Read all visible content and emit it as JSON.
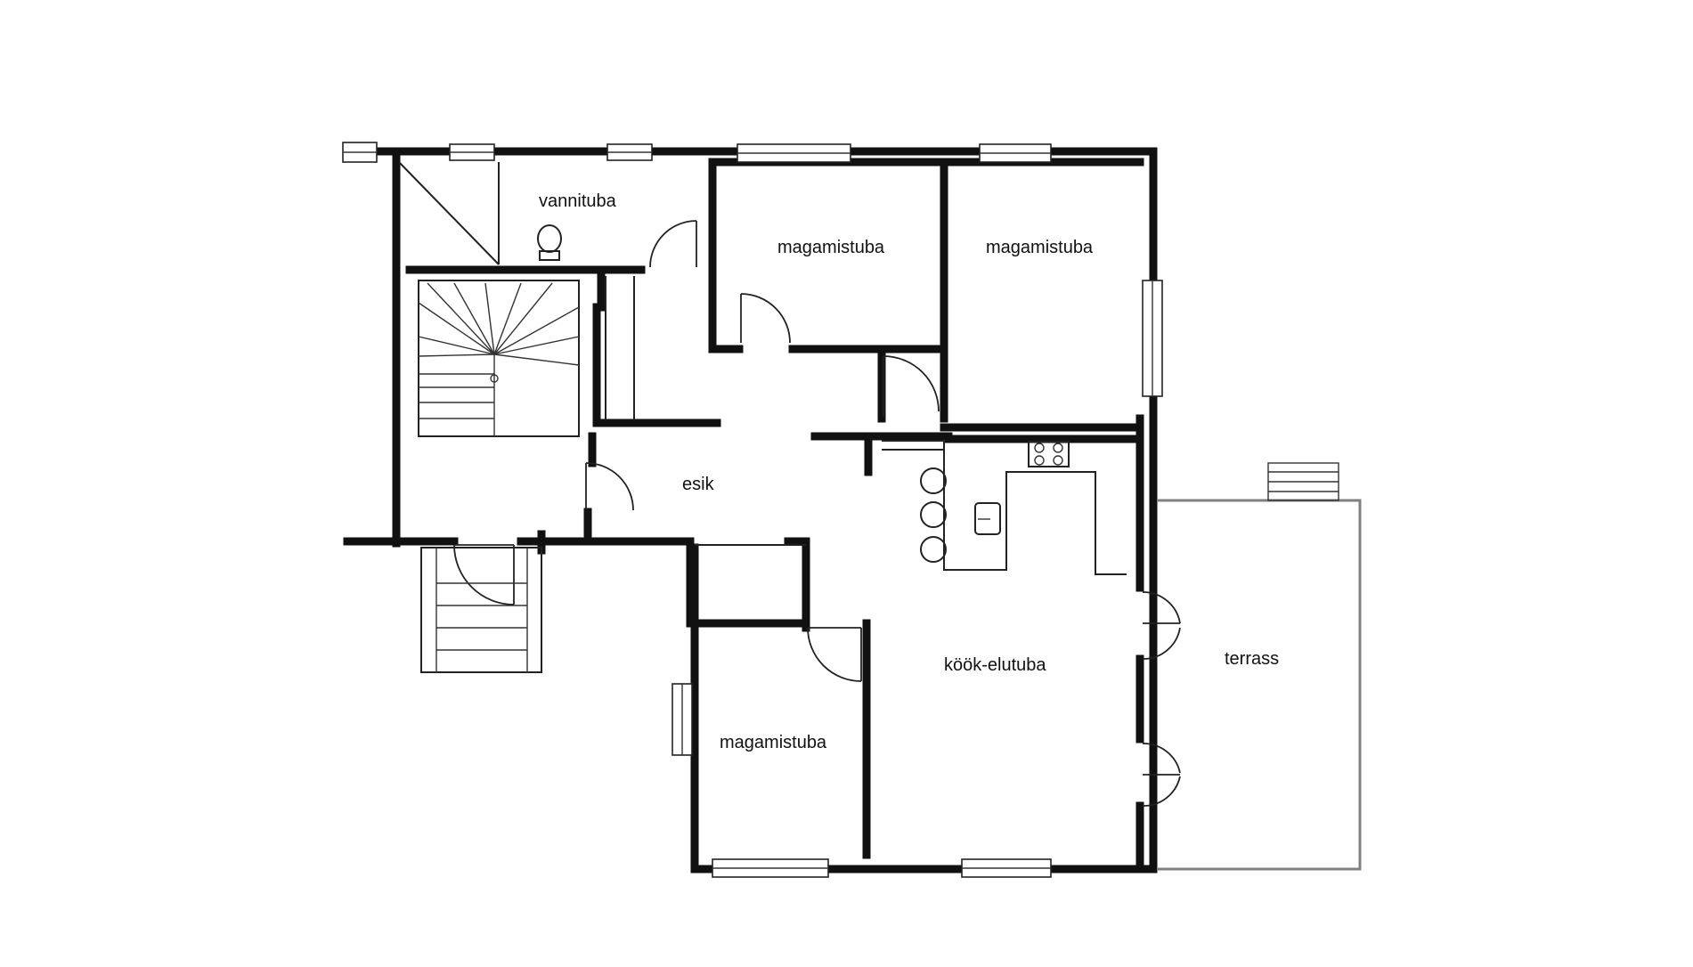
{
  "rooms": {
    "bathroom": "vannituba",
    "bedroom_1": "magamistuba",
    "bedroom_2": "magamistuba",
    "hall": "esik",
    "kitchen_living": "köök-elutuba",
    "bedroom_3": "magamistuba",
    "terrace": "terrass"
  },
  "colors": {
    "walls": "#111111",
    "terrace_outline": "#808080",
    "background": "#ffffff"
  }
}
